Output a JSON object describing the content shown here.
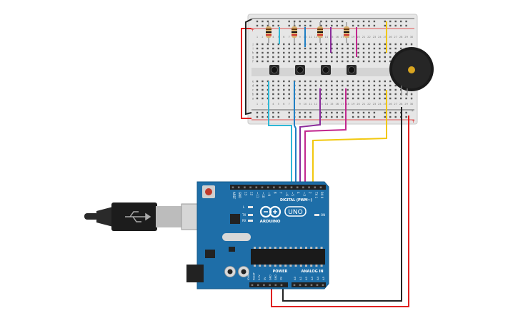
{
  "breadboard": {
    "row_labels": [
      "a",
      "b",
      "c",
      "d",
      "e",
      "f",
      "g",
      "h",
      "i",
      "j"
    ],
    "column_numbers": [
      "1",
      "2",
      "3",
      "4",
      "5",
      "6",
      "7",
      "8",
      "9",
      "10",
      "11",
      "12",
      "13",
      "14",
      "15",
      "16",
      "17",
      "18",
      "19",
      "20",
      "21",
      "22",
      "23",
      "24",
      "25",
      "26",
      "27",
      "28",
      "29",
      "30"
    ],
    "rail_plus": "+",
    "rail_minus": "-",
    "column_count": 30
  },
  "components": {
    "resistor_count": 4,
    "pushbutton_count": 4,
    "piezo_buzzer": true
  },
  "arduino": {
    "board_name": "ARDUINO",
    "model": "UNO",
    "digital_header": "DIGITAL (PWM~)",
    "power_label": "POWER",
    "analog_label": "ANALOG IN",
    "on_label": "ON",
    "tx_label": "TX",
    "rx_label": "RX",
    "l_label": "L",
    "digital_pins": [
      "AREF",
      "GND",
      "13",
      "12",
      "~11",
      "~10",
      "~9",
      "8",
      "7",
      "~6",
      "~5",
      "4",
      "~3",
      "2",
      "TX 1",
      "RX 0"
    ],
    "power_pins": [
      "IOREF",
      "RESET",
      "3.3V",
      "5V",
      "GND",
      "GND",
      "Vin"
    ],
    "analog_pins": [
      "A0",
      "A1",
      "A2",
      "A3",
      "A4",
      "A5"
    ]
  },
  "wire_colors": {
    "red": "#e02020",
    "black": "#222222",
    "cyan": "#2eb8d6",
    "blue": "#1f7fc4",
    "purple": "#8a2b9b",
    "magenta": "#c2288f",
    "yellow": "#f2c80f",
    "board_blue": "#1e6ea8"
  }
}
